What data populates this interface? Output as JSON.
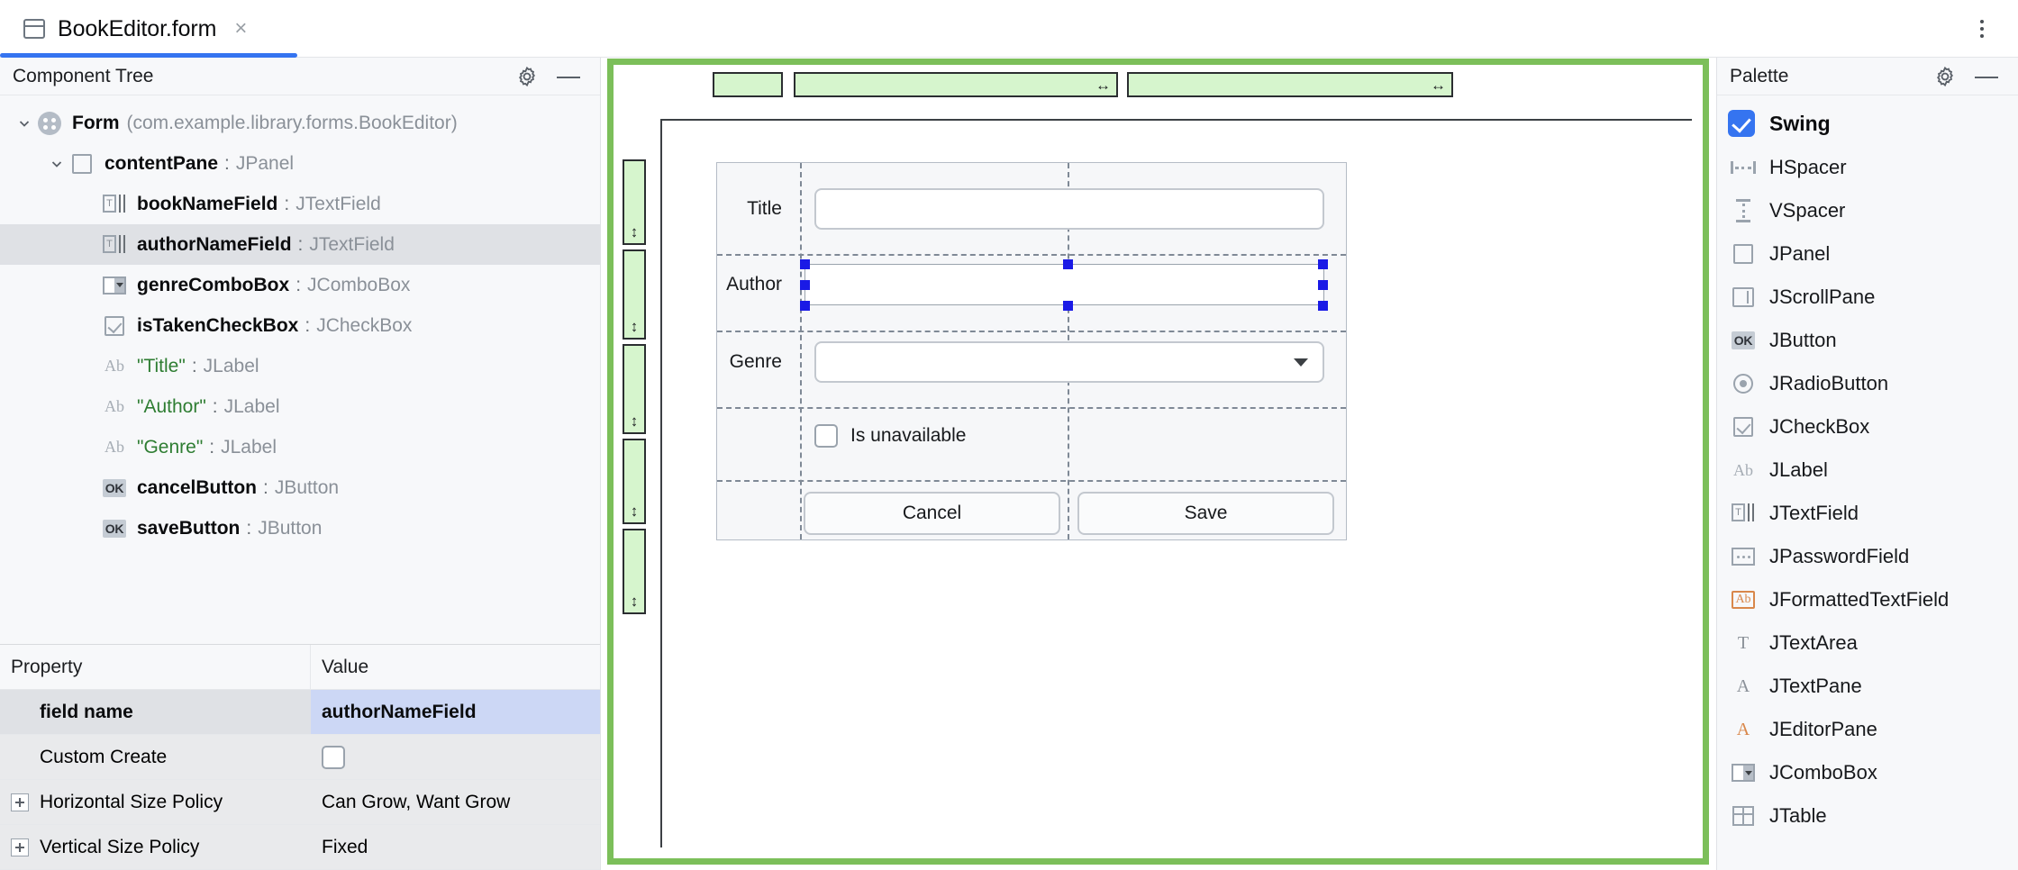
{
  "tab": {
    "title": "BookEditor.form",
    "close_label": "×",
    "icon": "form-file-icon",
    "accent": "#3574f0"
  },
  "window": {
    "overflow_menu": "more-options"
  },
  "component_tree": {
    "title": "Component Tree",
    "gear_label": "settings",
    "minimize_label": "minimize",
    "nodes": [
      {
        "indent": 0,
        "chevron": "down",
        "icon": "form-icon",
        "name": "Form",
        "type": "(com.example.library.forms.BookEditor)",
        "sep": "",
        "selected": false,
        "is_label": false
      },
      {
        "indent": 1,
        "chevron": "down",
        "icon": "jpanel-icon",
        "name": "contentPane",
        "type": "JPanel",
        "sep": ":",
        "selected": false,
        "is_label": false
      },
      {
        "indent": 2,
        "chevron": "none",
        "icon": "jtextfield-icon",
        "name": "bookNameField",
        "type": "JTextField",
        "sep": ":",
        "selected": false,
        "is_label": false
      },
      {
        "indent": 2,
        "chevron": "none",
        "icon": "jtextfield-icon",
        "name": "authorNameField",
        "type": "JTextField",
        "sep": ":",
        "selected": true,
        "is_label": false
      },
      {
        "indent": 2,
        "chevron": "none",
        "icon": "jcombobox-icon",
        "name": "genreComboBox",
        "type": "JComboBox",
        "sep": ":",
        "selected": false,
        "is_label": false
      },
      {
        "indent": 2,
        "chevron": "none",
        "icon": "jcheckbox-icon",
        "name": "isTakenCheckBox",
        "type": "JCheckBox",
        "sep": ":",
        "selected": false,
        "is_label": false
      },
      {
        "indent": 2,
        "chevron": "none",
        "icon": "ab-icon",
        "name": "\"Title\"",
        "type": "JLabel",
        "sep": ":",
        "selected": false,
        "is_label": true
      },
      {
        "indent": 2,
        "chevron": "none",
        "icon": "ab-icon",
        "name": "\"Author\"",
        "type": "JLabel",
        "sep": ":",
        "selected": false,
        "is_label": true
      },
      {
        "indent": 2,
        "chevron": "none",
        "icon": "ab-icon",
        "name": "\"Genre\"",
        "type": "JLabel",
        "sep": ":",
        "selected": false,
        "is_label": true
      },
      {
        "indent": 2,
        "chevron": "none",
        "icon": "ok-icon",
        "name": "cancelButton",
        "type": "JButton",
        "sep": ":",
        "selected": false,
        "is_label": false
      },
      {
        "indent": 2,
        "chevron": "none",
        "icon": "ok-icon",
        "name": "saveButton",
        "type": "JButton",
        "sep": ":",
        "selected": false,
        "is_label": false
      }
    ]
  },
  "properties": {
    "header": {
      "property": "Property",
      "value": "Value"
    },
    "rows": [
      {
        "property": "field name",
        "value": "authorNameField",
        "expander": false,
        "selected": true,
        "alt": false,
        "checkbox": false
      },
      {
        "property": "Custom Create",
        "value": "",
        "expander": false,
        "selected": false,
        "alt": true,
        "checkbox": true
      },
      {
        "property": "Horizontal Size Policy",
        "value": "Can Grow, Want Grow",
        "expander": true,
        "selected": false,
        "alt": true,
        "checkbox": false
      },
      {
        "property": "Vertical Size Policy",
        "value": "Fixed",
        "expander": true,
        "selected": false,
        "alt": true,
        "checkbox": false
      }
    ]
  },
  "designer": {
    "frame_color": "#7cbf5a",
    "spacer_fill": "#d6f5cd",
    "selection_color": "#1a1ae6",
    "hspacer_arrow": "↔",
    "vspacer_arrow": "↕",
    "form": {
      "rows": [
        {
          "label": "Title",
          "control": "text-field"
        },
        {
          "label": "Author",
          "control": "text-field-selected"
        },
        {
          "label": "Genre",
          "control": "combo-box"
        }
      ],
      "checkbox_label": "Is unavailable",
      "checkbox_checked": false,
      "cancel_label": "Cancel",
      "save_label": "Save"
    }
  },
  "palette": {
    "title": "Palette",
    "gear_label": "settings",
    "minimize_label": "minimize",
    "group": {
      "label": "Swing",
      "checked": true,
      "accent": "#3574f0"
    },
    "items": [
      {
        "label": "HSpacer",
        "icon": "hspacer-icon"
      },
      {
        "label": "VSpacer",
        "icon": "vspacer-icon"
      },
      {
        "label": "JPanel",
        "icon": "jpanel-icon"
      },
      {
        "label": "JScrollPane",
        "icon": "jscrollpane-icon"
      },
      {
        "label": "JButton",
        "icon": "jbutton-icon"
      },
      {
        "label": "JRadioButton",
        "icon": "jradiobutton-icon"
      },
      {
        "label": "JCheckBox",
        "icon": "jcheckbox-icon"
      },
      {
        "label": "JLabel",
        "icon": "jlabel-icon"
      },
      {
        "label": "JTextField",
        "icon": "jtextfield-icon"
      },
      {
        "label": "JPasswordField",
        "icon": "jpasswordfield-icon"
      },
      {
        "label": "JFormattedTextField",
        "icon": "jformattedtextfield-icon"
      },
      {
        "label": "JTextArea",
        "icon": "jtextarea-icon"
      },
      {
        "label": "JTextPane",
        "icon": "jtextpane-icon"
      },
      {
        "label": "JEditorPane",
        "icon": "jeditorpane-icon"
      },
      {
        "label": "JComboBox",
        "icon": "jcombobox-icon"
      },
      {
        "label": "JTable",
        "icon": "jtable-icon"
      }
    ]
  }
}
